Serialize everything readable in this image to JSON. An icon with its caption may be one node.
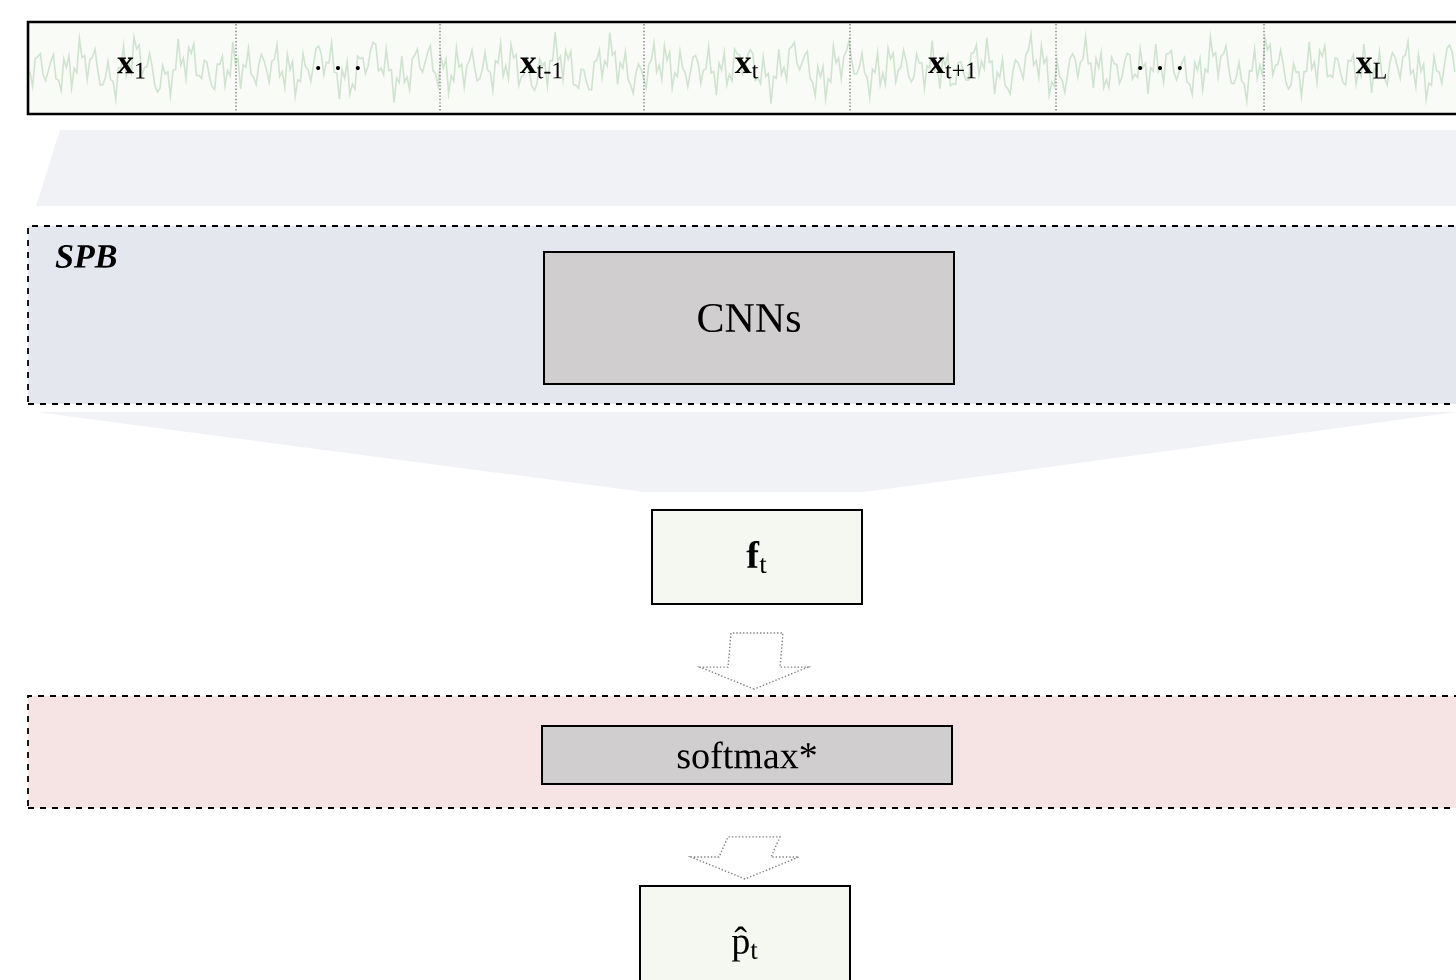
{
  "diagram": {
    "nodes": [
      {
        "text": [
          "**x**$_{1}$"
        ]
      },
      {
        "text": [
          ". . ."
        ]
      },
      {
        "text": [
          "**x**$_{t-1}$"
        ]
      },
      {
        "text": [
          "**x**$_{t}$"
        ]
      },
      {
        "text": [
          "**x**$_{t+1}$"
        ]
      },
      {
        "text": [
          ". . ."
        ]
      },
      {
        "text": [
          "**x**$_{L}$"
        ]
      },
      {
        "text": [
          "SPB"
        ]
      },
      {
        "text": [
          "CNNs"
        ],
        "in": 7
      },
      {
        "text": [
          "**f**$_{t}$"
        ]
      },
      {
        "text": [],
        "shape": "box"
      },
      {
        "text": [
          "softmax*"
        ],
        "in": 10
      },
      {
        "text": [
          "p̂$_{t}$"
        ]
      }
    ],
    "edges": [
      {
        "from": 9,
        "to": 10,
        "arrow": "to",
        "style": "dashed"
      },
      {
        "from": 10,
        "to": 12,
        "arrow": "to",
        "style": "dashed"
      }
    ]
  }
}
